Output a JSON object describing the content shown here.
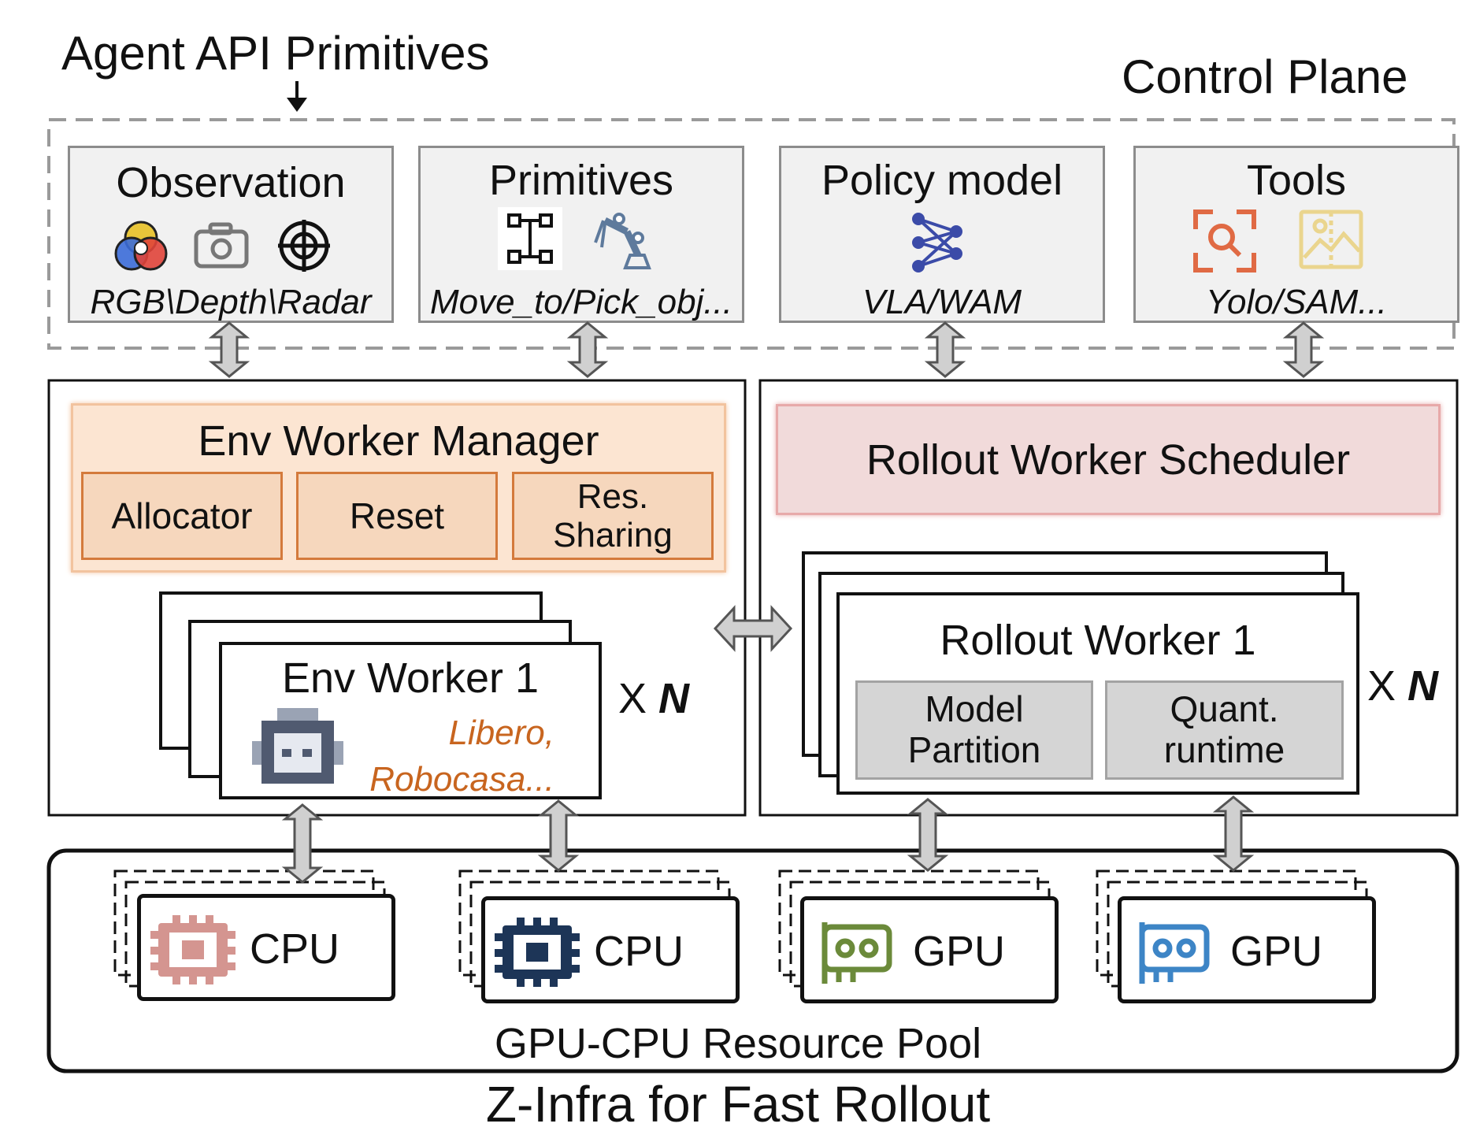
{
  "title": "Agent API Primitives",
  "control_plane_label": "Control Plane",
  "cards": [
    {
      "title": "Observation",
      "caption": "RGB\\Depth\\Radar",
      "icons": [
        "rgb-color-icon",
        "camera-icon",
        "radar-icon"
      ]
    },
    {
      "title": "Primitives",
      "caption": "Move_to/Pick_obj...",
      "icons": [
        "move-path-icon",
        "robot-arm-icon"
      ]
    },
    {
      "title": "Policy model",
      "caption": "VLA/WAM",
      "icons": [
        "neural-network-icon"
      ]
    },
    {
      "title": "Tools",
      "caption": "Yolo/SAM...",
      "icons": [
        "object-detection-icon",
        "image-segmentation-icon"
      ]
    }
  ],
  "env_manager": {
    "title": "Env Worker Manager",
    "buttons": [
      "Allocator",
      "Reset",
      "Res.\nSharing"
    ]
  },
  "env_worker": {
    "title": "Env Worker 1",
    "envs": "Libero,\nRobocasa...",
    "multiplier": "X",
    "multiplier_var": "N"
  },
  "rollout_scheduler": {
    "title": "Rollout Worker Scheduler"
  },
  "rollout_worker": {
    "title": "Rollout Worker 1",
    "parts": [
      "Model\nPartition",
      "Quant.\nruntime"
    ],
    "multiplier": "X",
    "multiplier_var": "N"
  },
  "resources": [
    {
      "label": "CPU",
      "icon": "cpu-chip-icon",
      "color": "#d49590"
    },
    {
      "label": "CPU",
      "icon": "cpu-chip-icon",
      "color": "#1d3557"
    },
    {
      "label": "GPU",
      "icon": "gpu-card-icon",
      "color": "#6b8a3a"
    },
    {
      "label": "GPU",
      "icon": "gpu-card-icon",
      "color": "#3d85c6"
    }
  ],
  "pool_label": "GPU-CPU Resource Pool",
  "footer": "Z-Infra for Fast Rollout",
  "colors": {
    "orange_text": "#c8651f",
    "scheduler_fill": "#f1dada",
    "scheduler_border": "#e7a9a9"
  }
}
